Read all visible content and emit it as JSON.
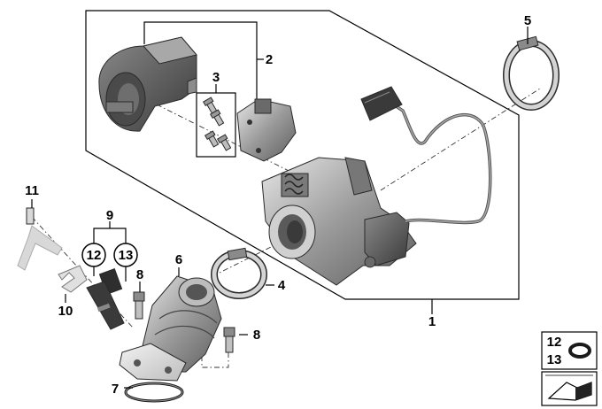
{
  "callouts": {
    "c1": "1",
    "c2": "2",
    "c3": "3",
    "c4": "4",
    "c5": "5",
    "c6": "6",
    "c7": "7",
    "c8a": "8",
    "c8b": "8",
    "c9": "9",
    "c10": "10",
    "c11": "11",
    "c12": "12",
    "c13": "13"
  },
  "legend": {
    "item_a": "12",
    "item_b": "13"
  },
  "colors": {
    "part_dark": "#5a5a5a",
    "part_mid": "#8c8c8c",
    "part_light": "#c9c9c9",
    "part_faded": "#d8d8d8"
  }
}
